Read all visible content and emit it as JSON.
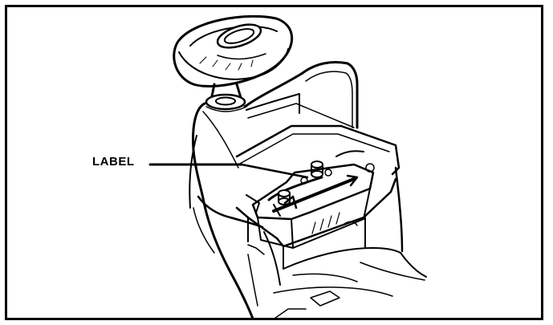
{
  "figure": {
    "callout_label": "LABEL",
    "colors": {
      "line": "#000000",
      "background": "#ffffff"
    },
    "parts": [
      "steering-wheel",
      "seat-body",
      "battery-compartment",
      "battery",
      "battery-label",
      "floor-area"
    ]
  }
}
